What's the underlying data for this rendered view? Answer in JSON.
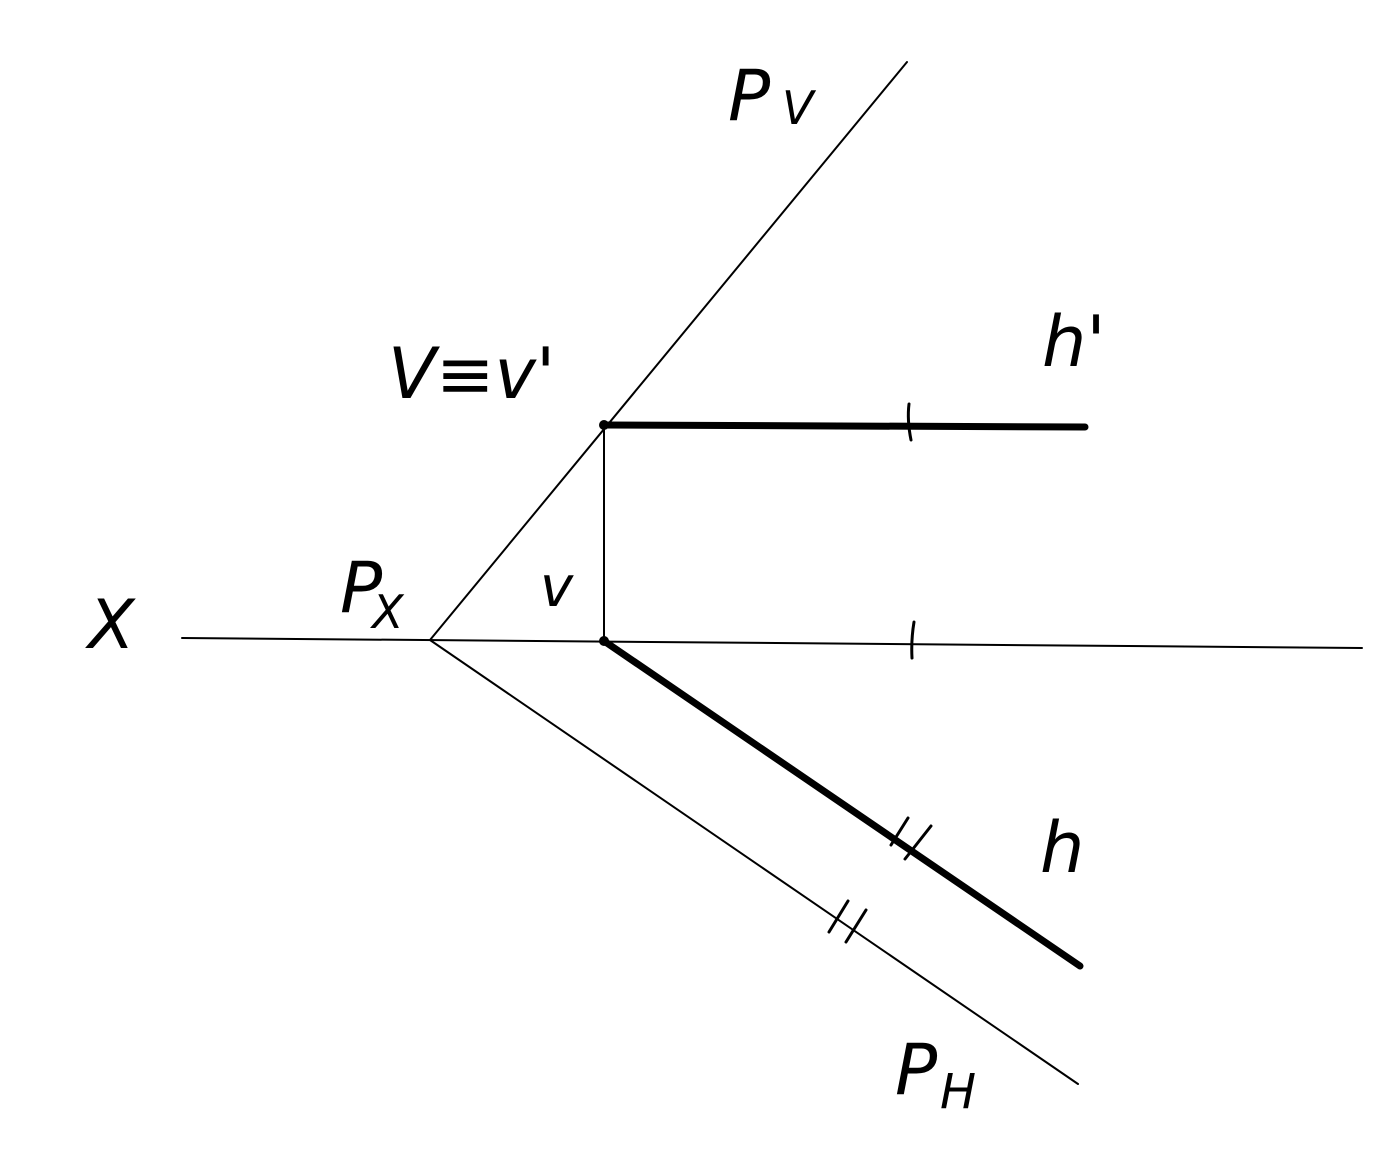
{
  "labels": {
    "x_axis": "X",
    "px": "P",
    "px_sub": "X",
    "pv": "P",
    "pv_sub": "V",
    "ph": "P",
    "ph_sub": "H",
    "v_equiv": "V≡v'",
    "v": "v",
    "h_prime": "h'",
    "h": "h"
  },
  "colors": {
    "ink": "#000000",
    "background": "#ffffff"
  }
}
